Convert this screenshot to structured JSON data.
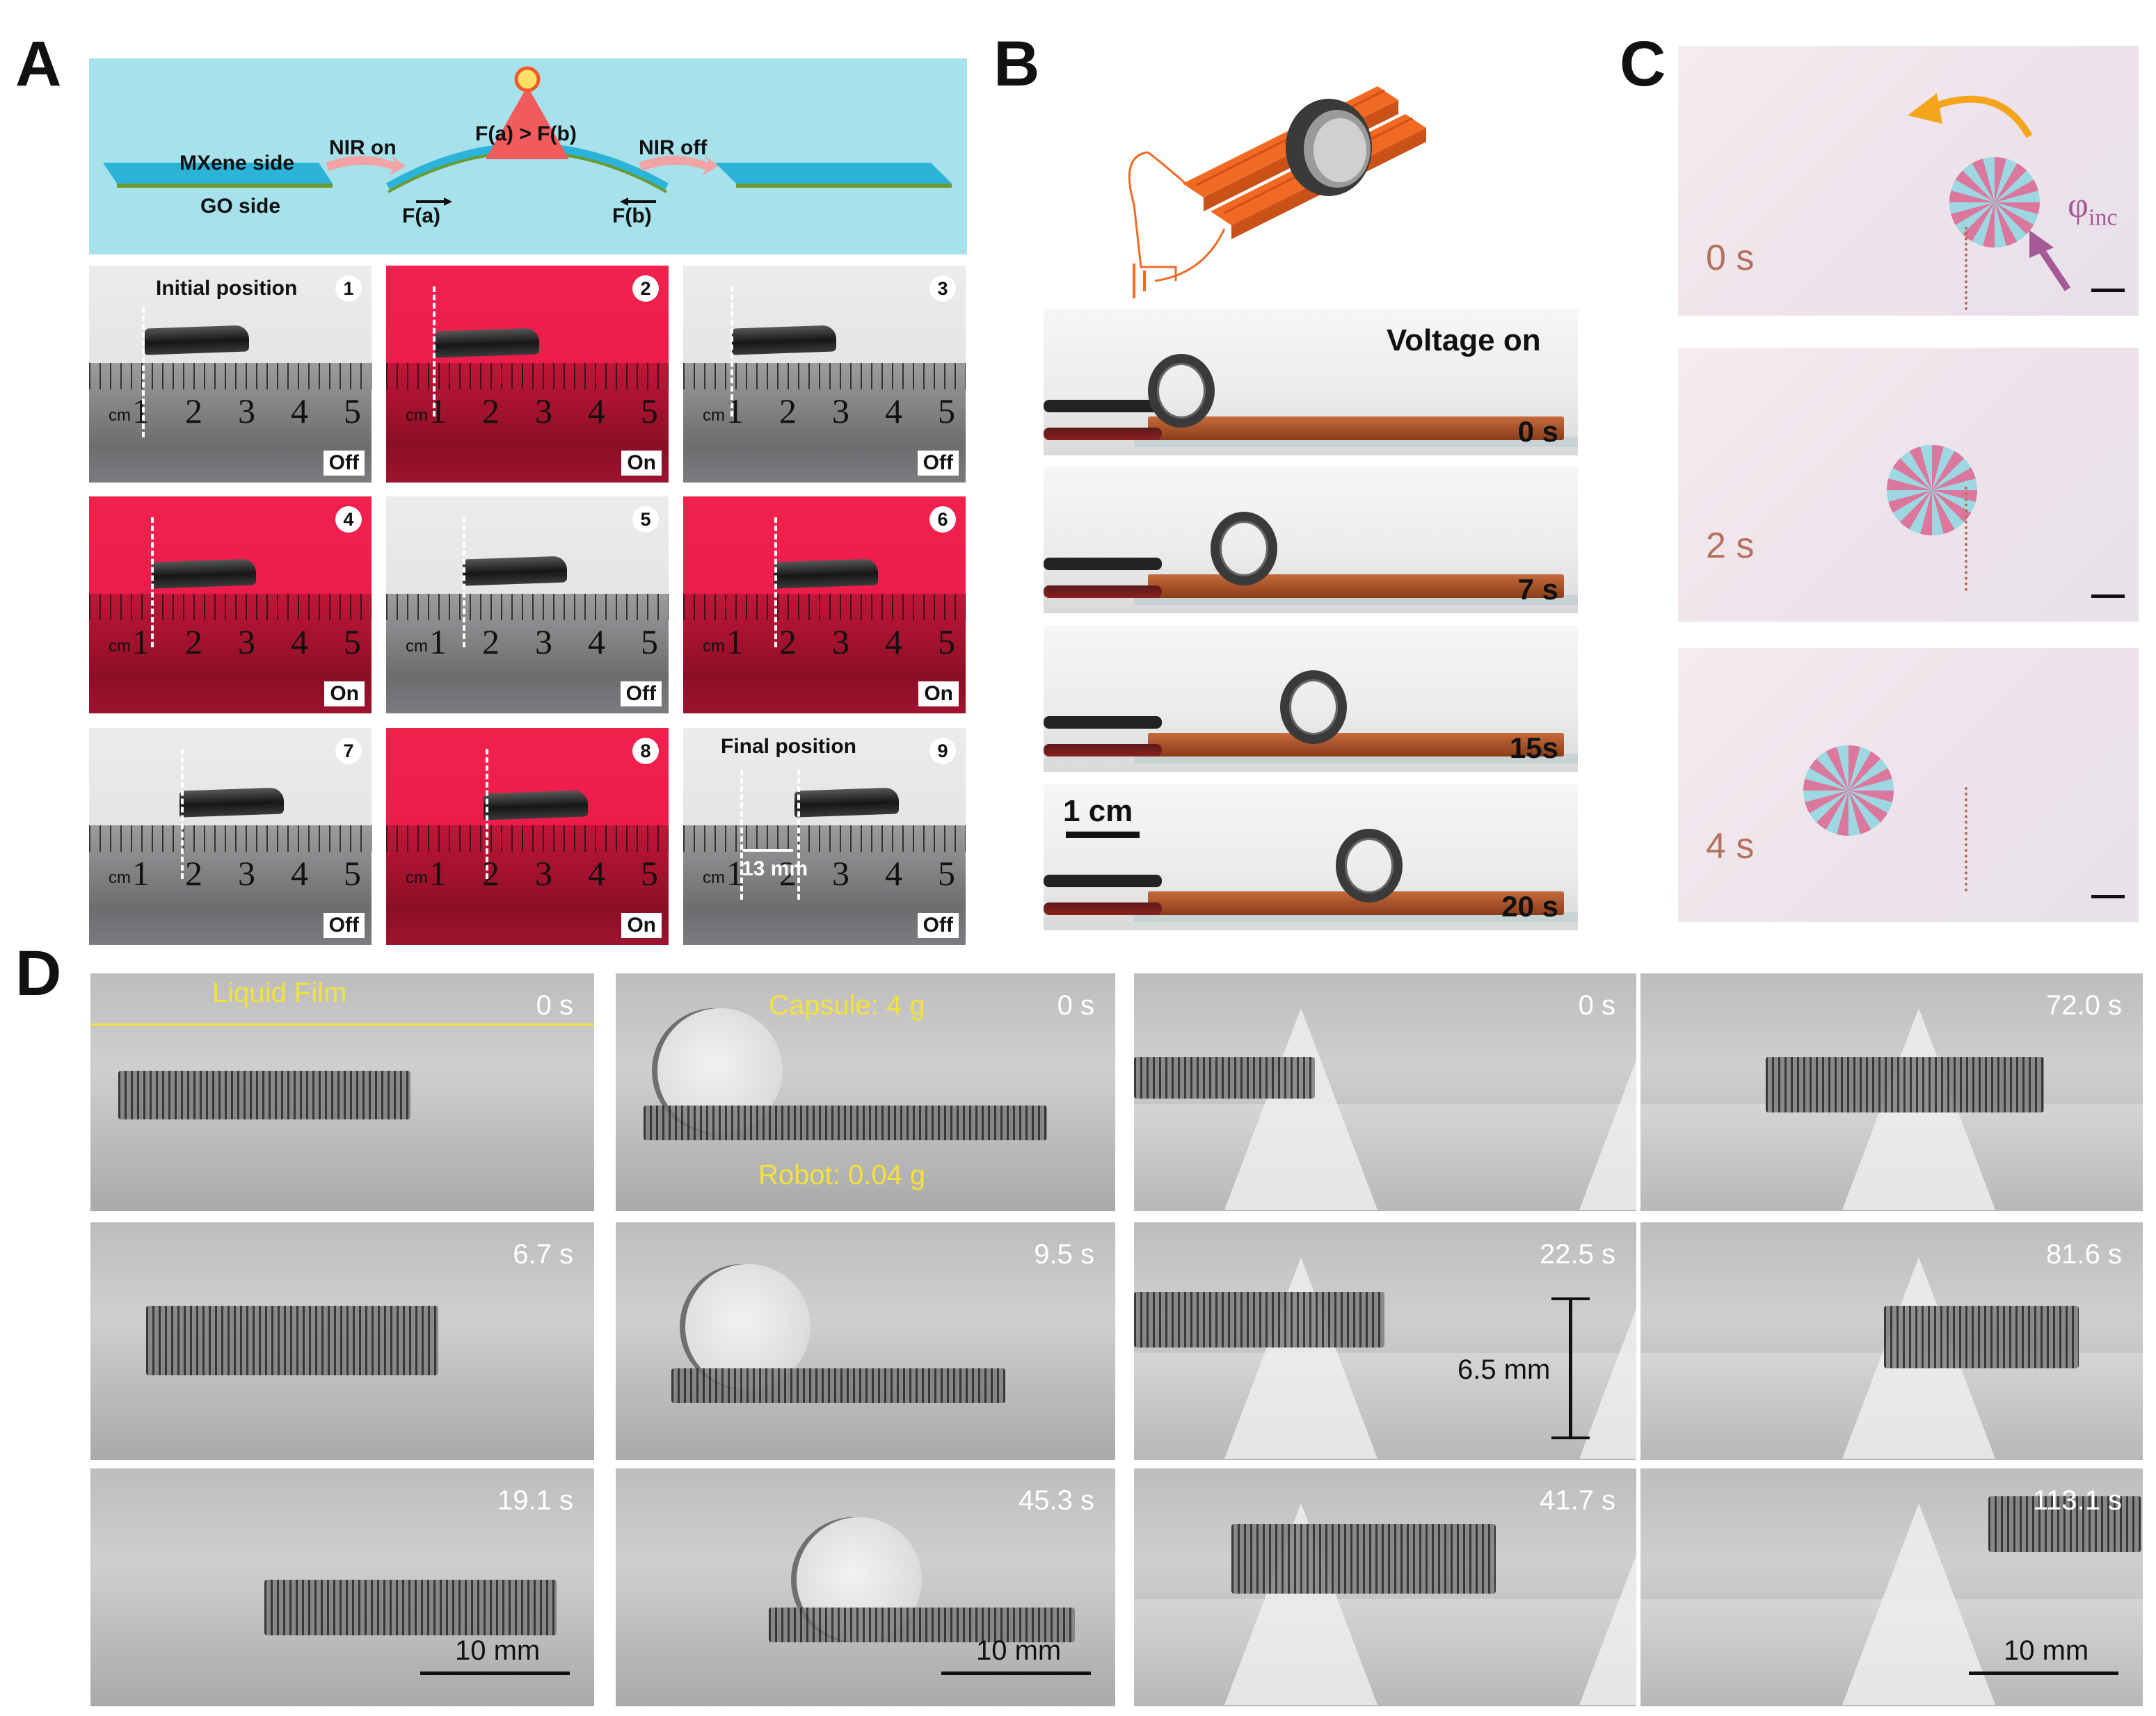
{
  "panels": {
    "A": {
      "letter": "A",
      "diagram": {
        "mxene_side": "MXene side",
        "go_side": "GO side",
        "nir_on": "NIR on",
        "nir_off": "NIR off",
        "force_compare": "F(a) > F(b)",
        "force_a": "F(a)",
        "force_b": "F(b)",
        "colors": {
          "background": "#a6e1ec",
          "film": "#2bb3d8",
          "arrow": "#f2a3a3",
          "light": "#f25b5b"
        }
      },
      "frames": [
        {
          "num": "1",
          "state": "Off",
          "bg": "light",
          "label": "Initial position"
        },
        {
          "num": "2",
          "state": "On",
          "bg": "red"
        },
        {
          "num": "3",
          "state": "Off",
          "bg": "light"
        },
        {
          "num": "4",
          "state": "On",
          "bg": "red"
        },
        {
          "num": "5",
          "state": "Off",
          "bg": "light"
        },
        {
          "num": "6",
          "state": "On",
          "bg": "red"
        },
        {
          "num": "7",
          "state": "Off",
          "bg": "light"
        },
        {
          "num": "8",
          "state": "On",
          "bg": "red"
        },
        {
          "num": "9",
          "state": "Off",
          "bg": "light",
          "label": "Final position",
          "distance": "13 mm"
        }
      ],
      "ruler": {
        "unit": "cm",
        "marks": [
          "1",
          "2",
          "3",
          "4",
          "5"
        ]
      }
    },
    "B": {
      "letter": "B",
      "voltage_label": "Voltage on",
      "scale": "1 cm",
      "times": [
        "0 s",
        "7 s",
        "15s",
        "20 s"
      ],
      "colors": {
        "electrode": "#f06a24"
      }
    },
    "C": {
      "letter": "C",
      "times": [
        "0 s",
        "2 s",
        "4 s"
      ],
      "angle_symbol": "φ",
      "angle_sub": "inc",
      "colors": {
        "arrow": "#f5a51c",
        "pointer": "#a45a97"
      }
    },
    "D": {
      "letter": "D",
      "col1": {
        "label": "Liquid Film",
        "times": [
          "0 s",
          "6.7 s",
          "19.1 s"
        ],
        "scale": "10 mm"
      },
      "col2": {
        "capsule": "Capsule: 4 g",
        "robot": "Robot: 0.04 g",
        "times": [
          "0 s",
          "9.5 s",
          "45.3 s"
        ],
        "scale": "10 mm"
      },
      "col3": {
        "times": [
          "0 s",
          "22.5 s",
          "41.7 s"
        ],
        "height": "6.5 mm"
      },
      "col4": {
        "times": [
          "72.0 s",
          "81.6 s",
          "113.1 s"
        ],
        "scale": "10 mm"
      },
      "colors": {
        "label": "#f3e23c"
      }
    }
  }
}
